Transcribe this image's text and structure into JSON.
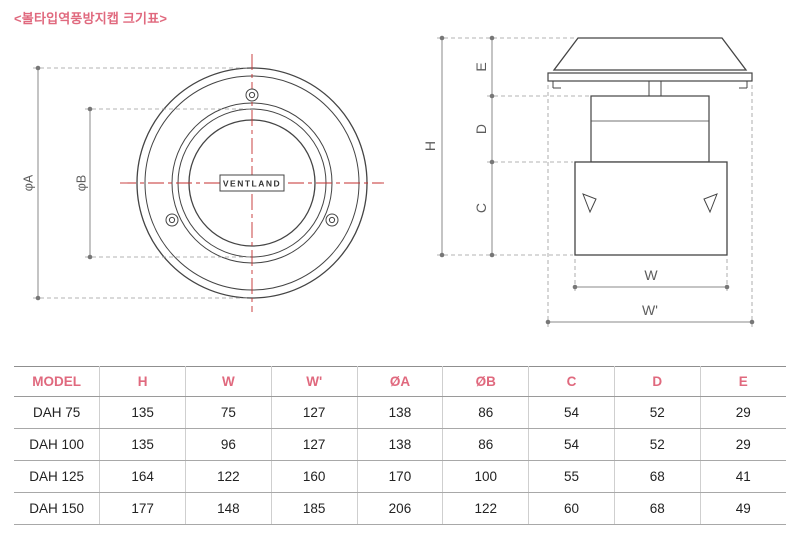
{
  "title": "<볼타입역풍방지캡 크기표>",
  "front_view": {
    "phi_a": "φA",
    "phi_b": "φB",
    "brand": "VENTLAND"
  },
  "side_view": {
    "h": "H",
    "e": "E",
    "d": "D",
    "c": "C",
    "w": "W",
    "w_prime": "W'"
  },
  "table": {
    "headers": [
      "MODEL",
      "H",
      "W",
      "W'",
      "ØA",
      "ØB",
      "C",
      "D",
      "E"
    ],
    "rows": [
      [
        "DAH 75",
        "135",
        "75",
        "127",
        "138",
        "86",
        "54",
        "52",
        "29"
      ],
      [
        "DAH 100",
        "135",
        "96",
        "127",
        "138",
        "86",
        "54",
        "52",
        "29"
      ],
      [
        "DAH 125",
        "164",
        "122",
        "160",
        "170",
        "100",
        "55",
        "68",
        "41"
      ],
      [
        "DAH 150",
        "177",
        "148",
        "185",
        "206",
        "122",
        "60",
        "68",
        "49"
      ]
    ]
  },
  "colors": {
    "accent": "#e0697e",
    "line": "#444444",
    "centerline": "#c42f2f",
    "dimension": "#8a8a8a"
  }
}
